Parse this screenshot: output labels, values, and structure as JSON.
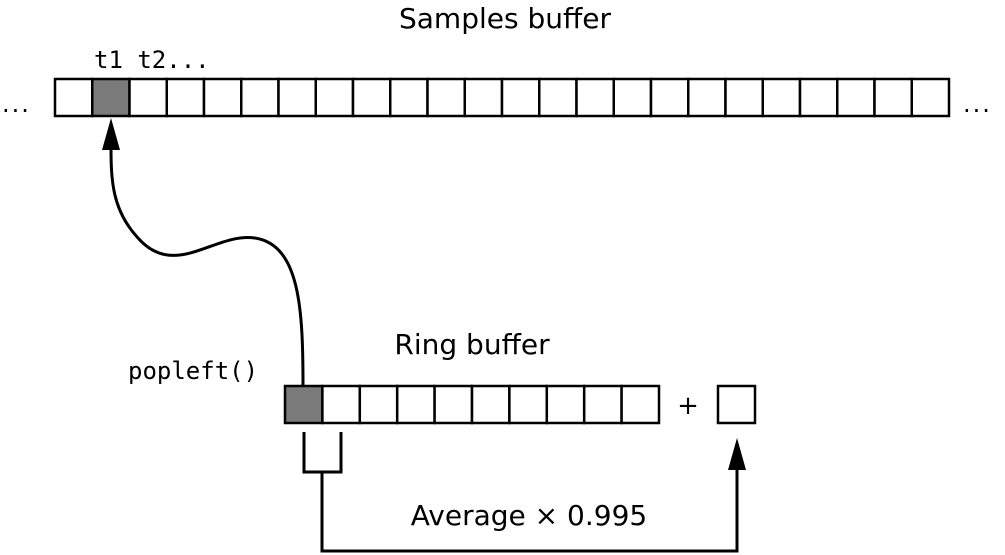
{
  "samples_buffer": {
    "title": "Samples buffer",
    "cell_count": 24,
    "highlighted_index": 1,
    "ellipsis_left": "...",
    "ellipsis_right": "...",
    "time_labels": "t1 t2..."
  },
  "ring_buffer": {
    "title": "Ring buffer",
    "cell_count": 10,
    "highlighted_index": 0,
    "popleft_label": "popleft()",
    "plus_label": "+",
    "average_label": "Average × 0.995"
  },
  "colors": {
    "highlight": "#7a7a7a",
    "cell_fill": "#ffffff",
    "stroke": "#000000"
  }
}
